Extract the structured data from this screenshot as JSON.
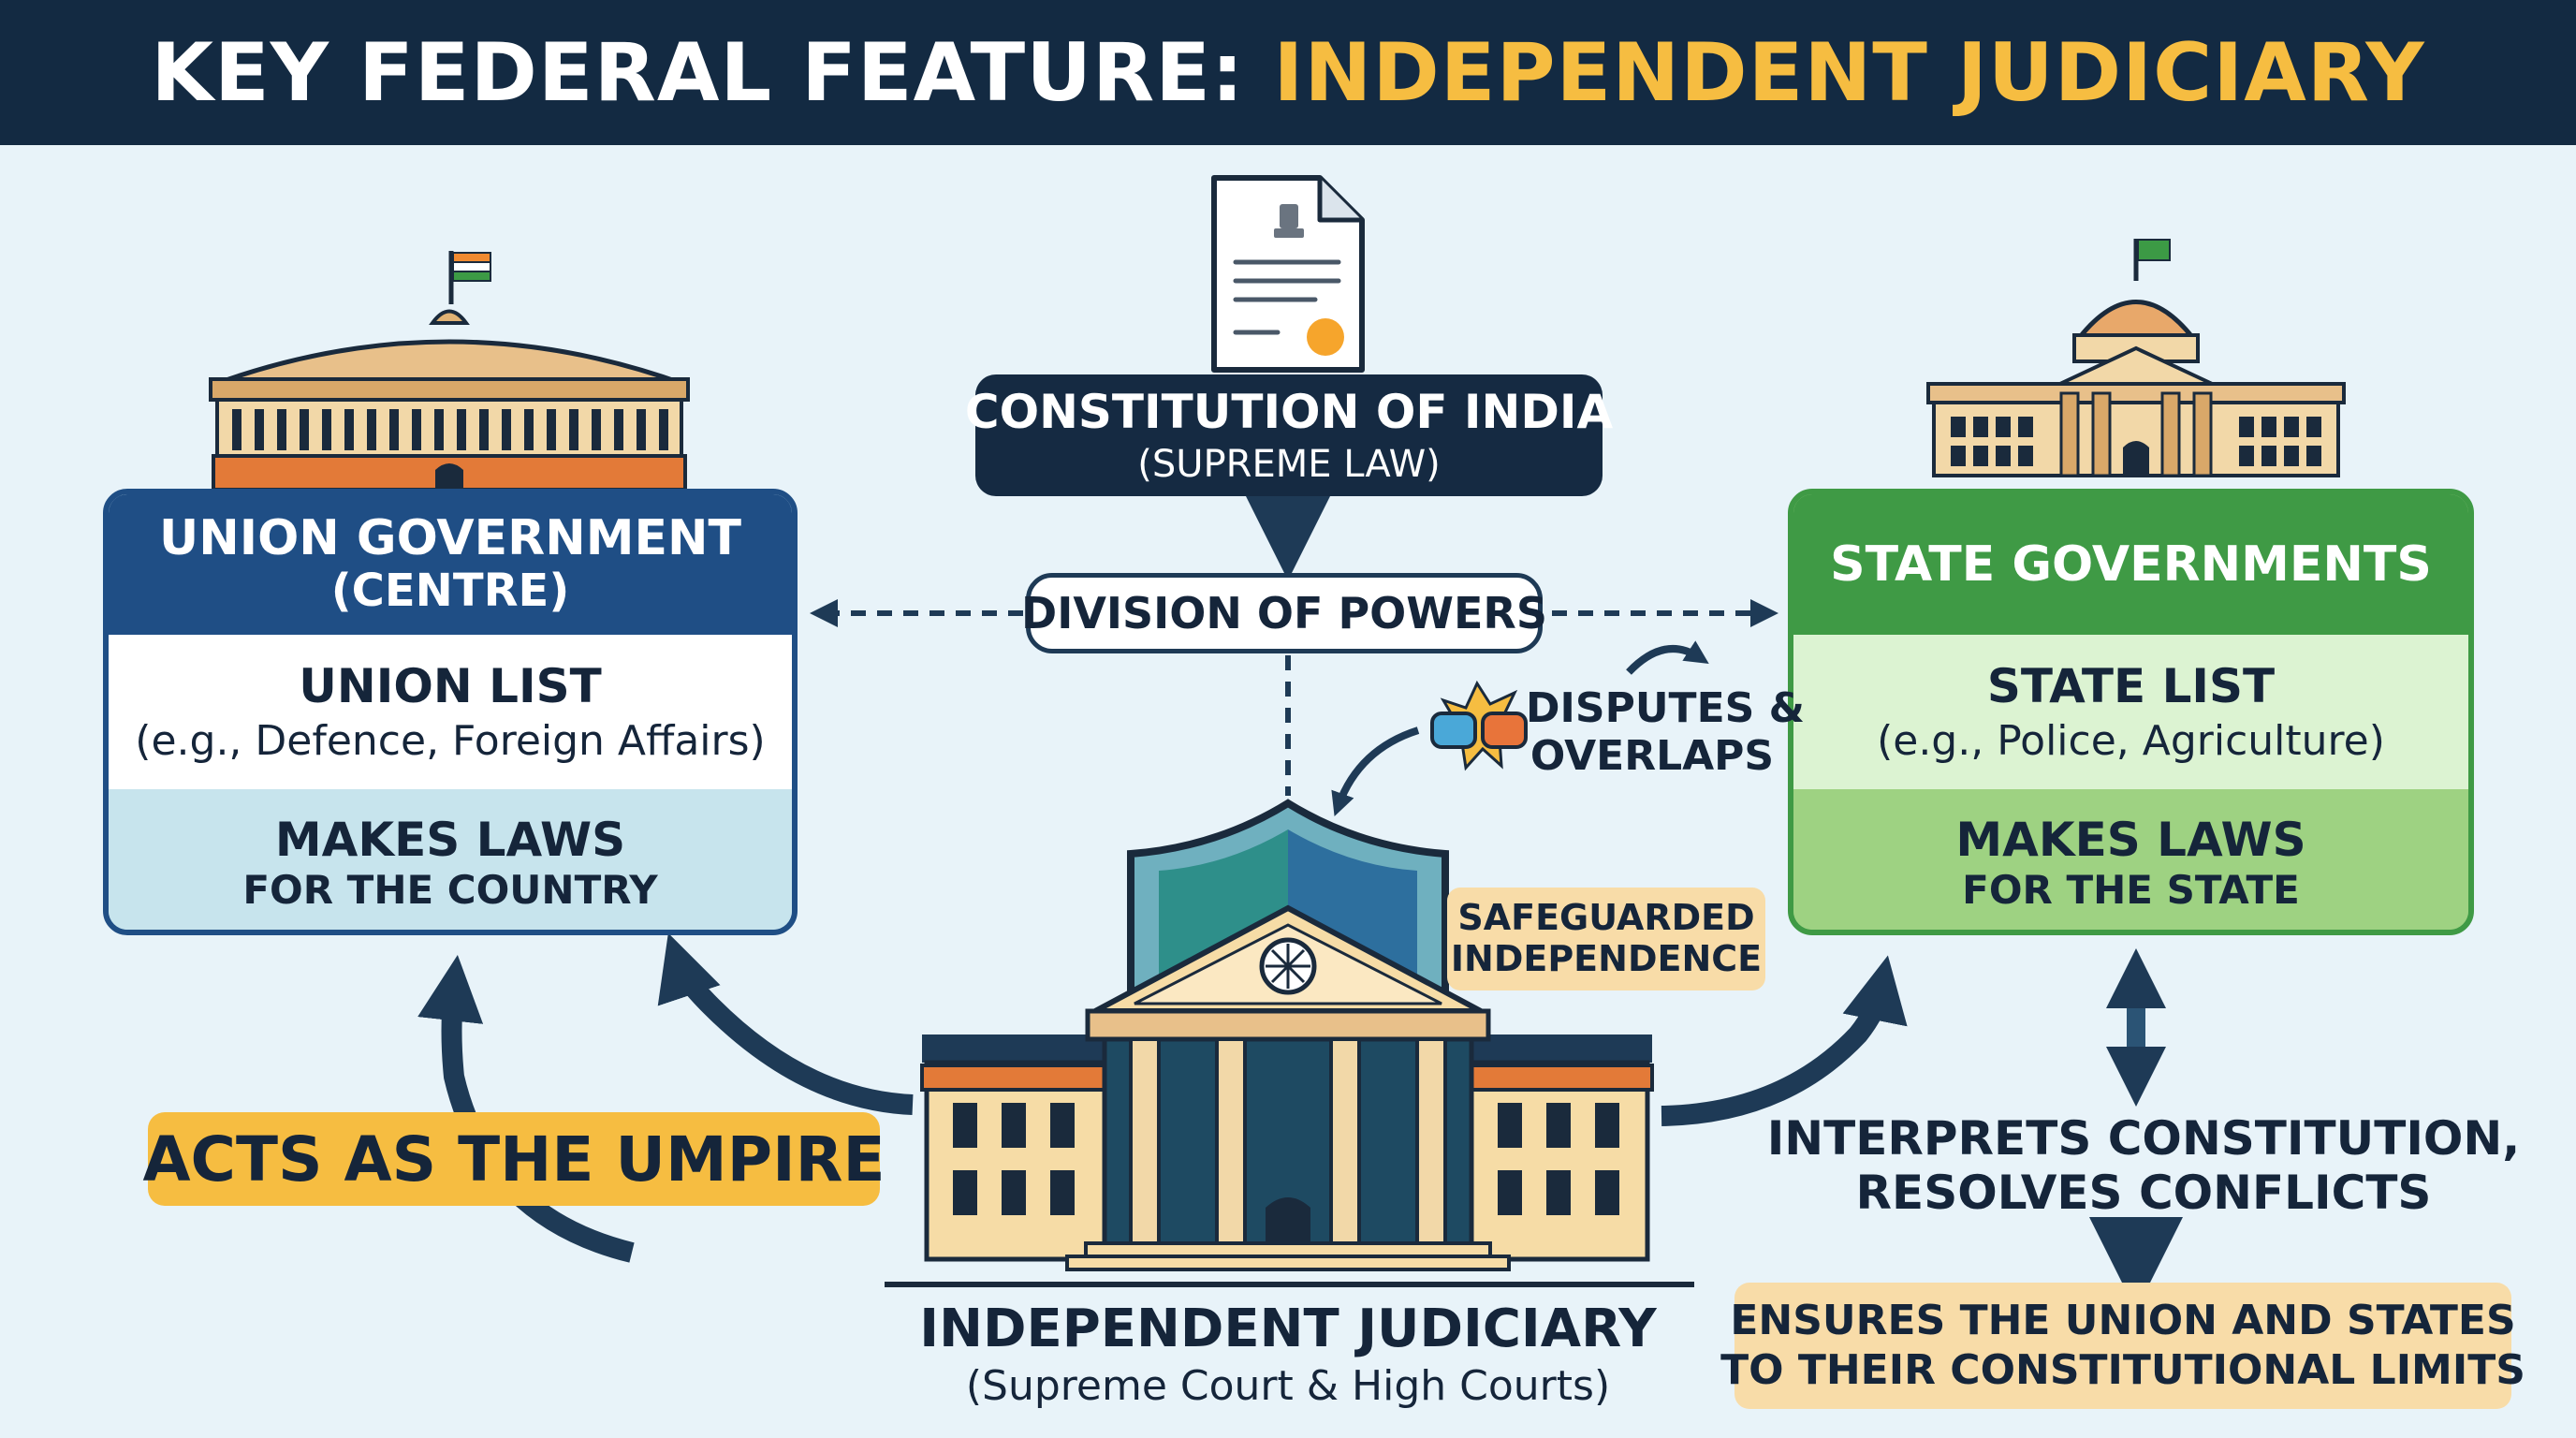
{
  "header": {
    "title_prefix": "KEY FEDERAL FEATURE: ",
    "title_accent": "INDEPENDENT JUDICIARY"
  },
  "constitution": {
    "title": "CONSTITUTION OF INDIA",
    "subtitle": "(SUPREME LAW)"
  },
  "division": {
    "label": "DIVISION OF POWERS"
  },
  "union": {
    "title": "UNION GOVERNMENT",
    "subtitle": "(CENTRE)",
    "list_title": "UNION LIST",
    "list_example": "(e.g., Defence, Foreign Affairs)",
    "laws_title": "MAKES LAWS",
    "laws_subtitle": "FOR THE COUNTRY"
  },
  "state": {
    "title": "STATE GOVERNMENTS",
    "list_title": "STATE LIST",
    "list_example": "(e.g., Police, Agriculture)",
    "laws_title": "MAKES LAWS",
    "laws_subtitle": "FOR THE STATE"
  },
  "disputes": {
    "line1": "DISPUTES &",
    "line2": "OVERLAPS"
  },
  "safeguard": {
    "line1": "SAFEGUARDED",
    "line2": "INDEPENDENCE"
  },
  "umpire": {
    "label": "ACTS AS THE UMPIRE"
  },
  "judiciary": {
    "title": "INDEPENDENT JUDICIARY",
    "subtitle": "(Supreme Court & High Courts)"
  },
  "interprets": {
    "line1": "INTERPRETS CONSTITUTION,",
    "line2": "RESOLVES CONFLICTS"
  },
  "ensures": {
    "line1": "ENSURES THE UNION AND STATES",
    "line2": "TO THEIR CONSTITUTIONAL LIMITS"
  },
  "colors": {
    "header_bg": "#132a42",
    "accent": "#f6bd41",
    "union_blue": "#1f4e85",
    "state_green": "#3f9a45",
    "navy": "#15253a",
    "highlight": "#f6bd41",
    "tan": "#f8dca8"
  }
}
